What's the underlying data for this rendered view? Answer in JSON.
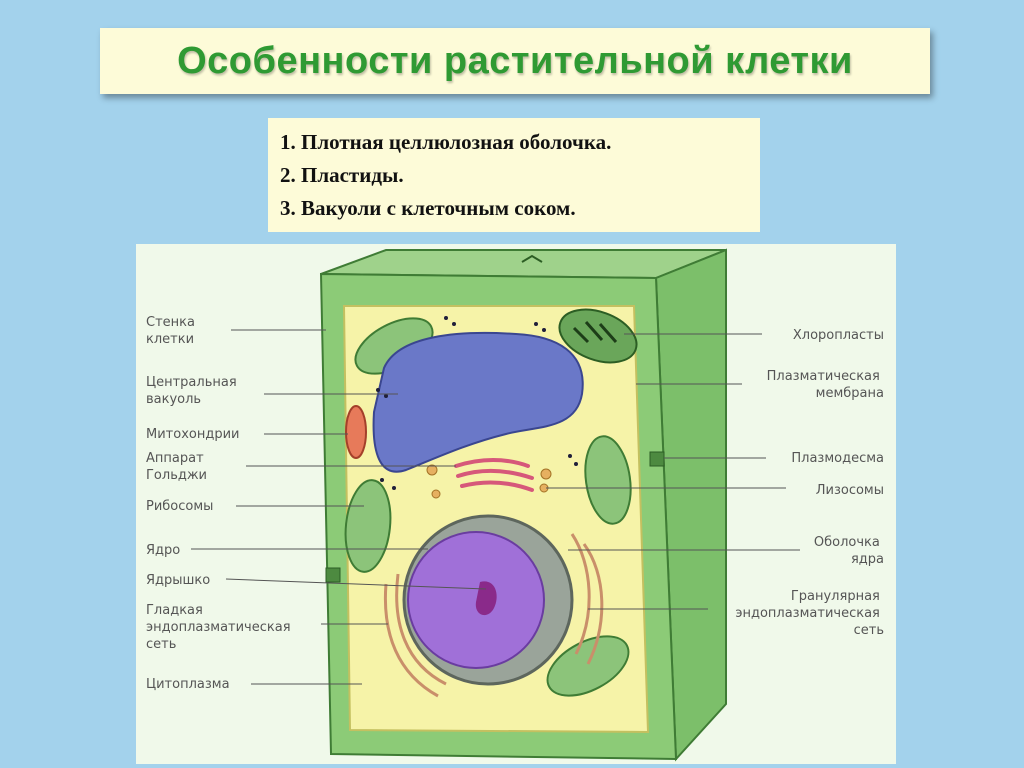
{
  "title": "Особенности растительной клетки",
  "features": [
    "1. Плотная целлюлозная оболочка.",
    "2. Пластиды.",
    "3. Вакуоли с клеточным соком."
  ],
  "labels_left": [
    [
      "Стенка",
      "клетки"
    ],
    [
      "Центральная",
      "вакуоль"
    ],
    [
      "Митохондрии"
    ],
    [
      "Аппарат",
      "Гольджи"
    ],
    [
      "Рибосомы"
    ],
    [
      "Ядро"
    ],
    [
      "Ядрышко"
    ],
    [
      "Гладкая",
      "эндоплазматическая",
      "сеть"
    ],
    [
      "Цитоплазма"
    ]
  ],
  "labels_right": [
    [
      "Хлоропласты"
    ],
    [
      "Плазматическая",
      "мембрана"
    ],
    [
      "Плазмодесма"
    ],
    [
      "Лизосомы"
    ],
    [
      "Оболочка",
      "ядра"
    ],
    [
      "Гранулярная",
      "эндоплазматическая",
      "сеть"
    ]
  ],
  "colors": {
    "background": "#a3d2ec",
    "title_text": "#2f9a33",
    "cell_wall": "#7cbf6a",
    "cytoplasm": "#f6f3a8",
    "vacuole": "#6a78c8",
    "nucleus": "#a070d8",
    "chloroplast": "#8cc47a"
  }
}
